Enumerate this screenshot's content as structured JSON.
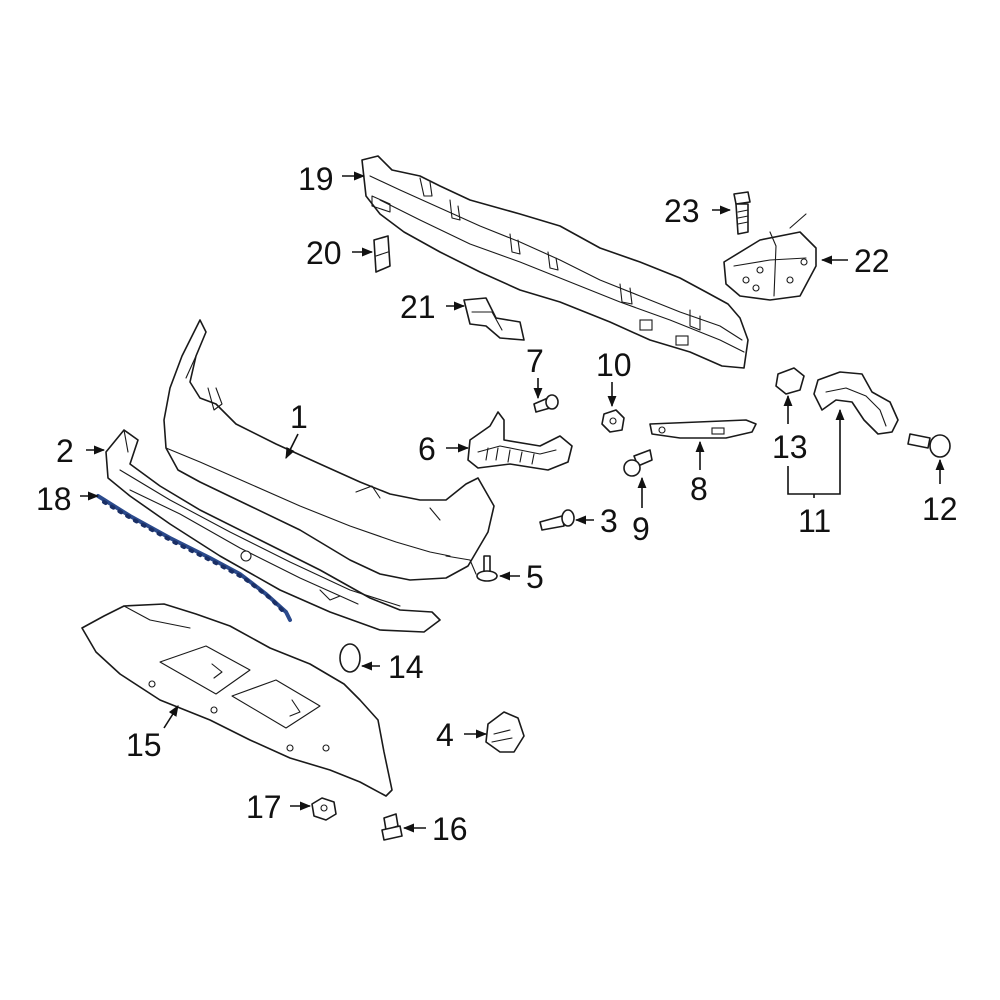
{
  "callouts": {
    "c1": "1",
    "c2": "2",
    "c3": "3",
    "c4": "4",
    "c5": "5",
    "c6": "6",
    "c7": "7",
    "c8": "8",
    "c9": "9",
    "c10": "10",
    "c11": "11",
    "c12": "12",
    "c13": "13",
    "c14": "14",
    "c15": "15",
    "c16": "16",
    "c17": "17",
    "c18": "18",
    "c19": "19",
    "c20": "20",
    "c21": "21",
    "c22": "22",
    "c23": "23"
  },
  "colors": {
    "line": "#1a1a1a",
    "highlight": "#2b4a8c",
    "background": "#ffffff"
  },
  "highlighted_part": "18"
}
